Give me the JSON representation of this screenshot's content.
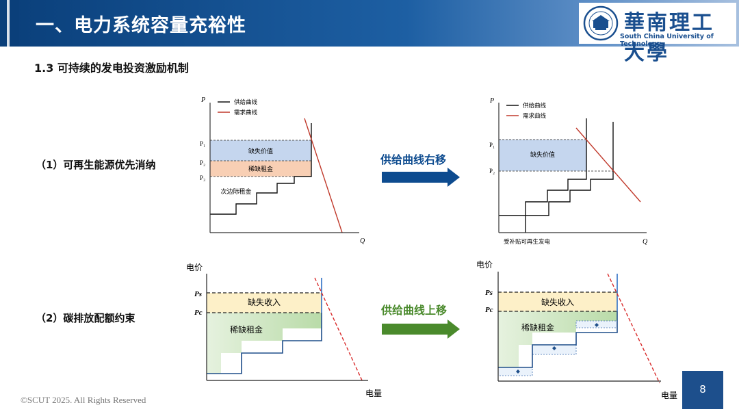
{
  "header": {
    "title": "一、电力系统容量充裕性",
    "university_cn": "華南理工大學",
    "university_en": "South China University of Technology"
  },
  "subtitle": "1.3 可持续的发电投资激励机制",
  "rows": [
    {
      "label": "（1）可再生能源优先消纳",
      "arrow_label": "供给曲线右移"
    },
    {
      "label": "（2）碳排放配额约束",
      "arrow_label": "供给曲线上移"
    }
  ],
  "diagram1": {
    "axis_p": "P",
    "axis_q": "Q",
    "legend_supply": "供给曲线",
    "legend_demand": "需求曲线",
    "p1": "P₁",
    "p2": "P₂",
    "p3": "P₃",
    "region_missing_value": "缺失价值",
    "region_scarcity_rent": "稀缺租金",
    "region_inframarginal": "次边际租金"
  },
  "diagram2": {
    "axis_p": "P",
    "axis_q": "Q",
    "legend_supply": "供给曲线",
    "legend_demand": "需求曲线",
    "p1": "P₁",
    "p2": "P₂",
    "region_missing_value": "缺失价值",
    "subsidized_label": "受补贴可再生发电"
  },
  "diagram3": {
    "axis_price": "电价",
    "axis_qty": "电量",
    "ps": "Ps",
    "pc": "Pc",
    "region_missing_revenue": "缺失收入",
    "region_scarcity_rent": "稀缺租金"
  },
  "diagram4": {
    "axis_price": "电价",
    "axis_qty": "电量",
    "ps": "Ps",
    "pc": "Pc",
    "region_missing_revenue": "缺失收入",
    "region_scarcity_rent": "稀缺租金"
  },
  "colors": {
    "header_blue": "#0a3f7a",
    "arrow_blue": "#0d4b8f",
    "arrow_green": "#4a8a2c",
    "missing_value_fill": "#c5d6ee",
    "scarcity_rent_fill": "#f8cfb4",
    "missing_revenue_fill": "#fdf0c8",
    "green_fill": "#cfe6c4",
    "demand_red": "#c0392b"
  },
  "footer": "©SCUT 2025. All Rights Reserved",
  "page_number": "8"
}
